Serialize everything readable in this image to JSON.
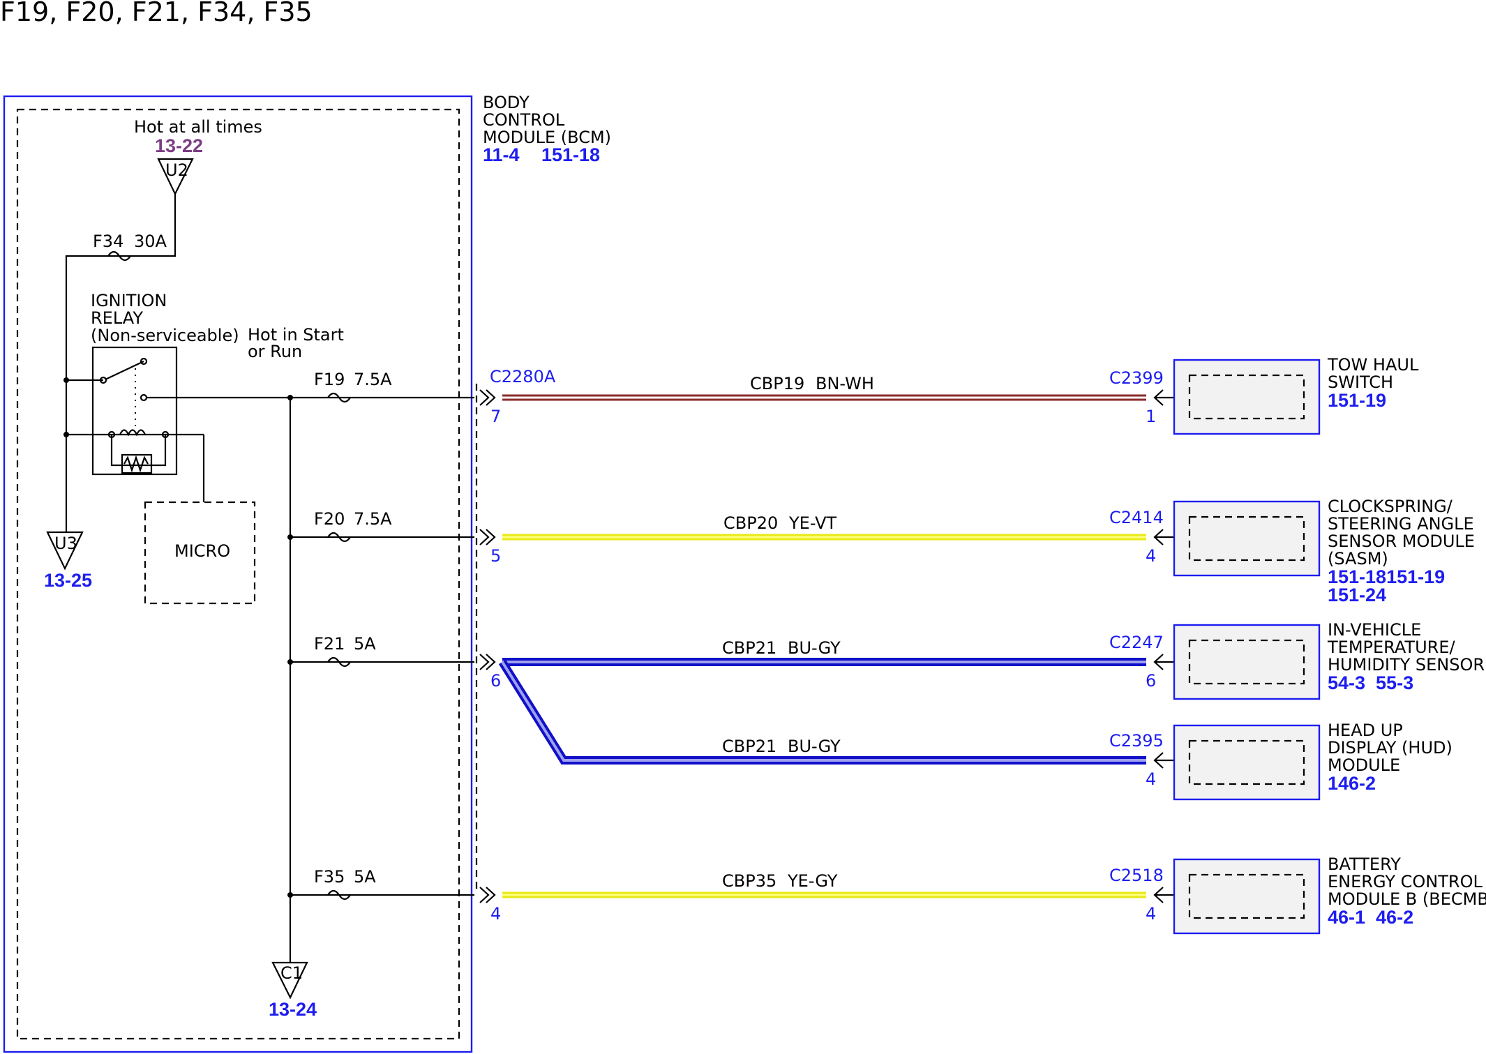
{
  "title": "F19, F20, F21, F34, F35",
  "bcm": {
    "name_lines": [
      "BODY",
      "CONTROL",
      "MODULE (BCM)"
    ],
    "refs": [
      "11-4",
      "151-18"
    ]
  },
  "feeds": {
    "hot_label": "Hot at all times",
    "hot_ref": "13-22",
    "u2": "U2",
    "u3": "U3",
    "u3_ref": "13-25",
    "c1": "C1",
    "c1_ref": "13-24",
    "start_run_lines": [
      "Hot in Start",
      "or Run"
    ]
  },
  "relay": {
    "label_lines": [
      "IGNITION",
      "RELAY",
      "(Non-serviceable)"
    ],
    "micro": "MICRO"
  },
  "fuses": [
    {
      "name": "F34",
      "rating": "30A"
    },
    {
      "name": "F19",
      "rating": "7.5A"
    },
    {
      "name": "F20",
      "rating": "7.5A"
    },
    {
      "name": "F21",
      "rating": "5A"
    },
    {
      "name": "F35",
      "rating": "5A"
    }
  ],
  "bcm_connector": "C2280A",
  "circuits": [
    {
      "circuit": "CBP19",
      "color_code": "BN-WH",
      "bcm_pin": "7",
      "far_connector": "C2399",
      "far_pin": "1",
      "colors": [
        "#8b2a2a",
        "#ffffff"
      ]
    },
    {
      "circuit": "CBP20",
      "color_code": "YE-VT",
      "bcm_pin": "5",
      "far_connector": "C2414",
      "far_pin": "4",
      "colors": [
        "#e8e818",
        "#ffff80"
      ]
    },
    {
      "circuit": "CBP21",
      "color_code": "BU-GY",
      "bcm_pin": "6",
      "far_connector": "C2247",
      "far_pin": "6",
      "colors": [
        "#1010c8",
        "#a0a0f0"
      ]
    },
    {
      "circuit": "CBP21",
      "color_code": "BU-GY",
      "bcm_pin": "",
      "far_connector": "C2395",
      "far_pin": "4",
      "colors": [
        "#1010c8",
        "#a0a0f0"
      ]
    },
    {
      "circuit": "CBP35",
      "color_code": "YE-GY",
      "bcm_pin": "4",
      "far_connector": "C2518",
      "far_pin": "4",
      "colors": [
        "#e8e818",
        "#ffff80"
      ]
    }
  ],
  "modules": [
    {
      "lines": [
        "TOW HAUL",
        "SWITCH"
      ],
      "refs": [
        "151-19"
      ]
    },
    {
      "lines": [
        "CLOCKSPRING/",
        "STEERING ANGLE",
        "SENSOR MODULE",
        "(SASM)"
      ],
      "refs": [
        "151-18151-19",
        "151-24"
      ]
    },
    {
      "lines": [
        "IN-VEHICLE",
        "TEMPERATURE/",
        "HUMIDITY SENSOR"
      ],
      "refs": [
        "54-3  55-3"
      ]
    },
    {
      "lines": [
        "HEAD UP",
        "DISPLAY (HUD)",
        "MODULE"
      ],
      "refs": [
        "146-2"
      ]
    },
    {
      "lines": [
        "BATTERY",
        "ENERGY CONTROL",
        "MODULE B (BECMB)"
      ],
      "refs": [
        "46-1  46-2"
      ]
    }
  ]
}
